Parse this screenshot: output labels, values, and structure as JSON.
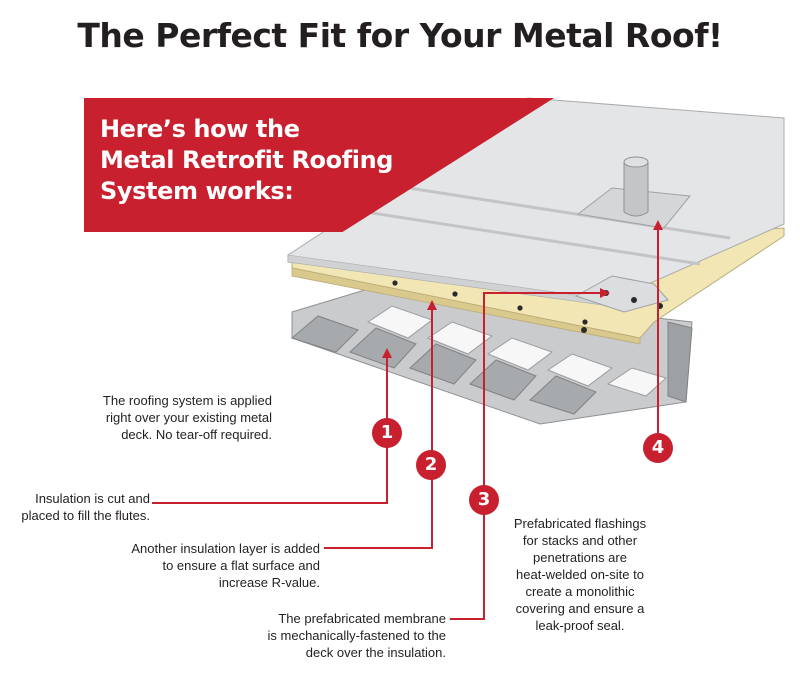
{
  "title": "The Perfect Fit for Your Metal Roof!",
  "banner": {
    "lines": [
      "Here’s how the",
      "Metal Retrofit Roofing",
      "System works:"
    ]
  },
  "intro": {
    "lines": [
      "The roofing system is applied",
      "right over your existing metal",
      "deck. No tear-off required."
    ]
  },
  "steps": [
    {
      "number": "1",
      "lines": [
        "Insulation is cut and",
        "placed to fill the flutes."
      ]
    },
    {
      "number": "2",
      "lines": [
        "Another insulation layer is added",
        "to ensure a flat surface and",
        "increase R-value."
      ]
    },
    {
      "number": "3",
      "lines": [
        "The prefabricated membrane",
        "is mechanically-fastened to the",
        "deck over the insulation."
      ]
    },
    {
      "number": "4",
      "lines": [
        "Prefabricated flashings",
        "for stacks and other",
        "penetrations are",
        "heat-welded on-site to",
        "create a monolithic",
        "covering and ensure a",
        "leak-proof seal."
      ]
    }
  ],
  "colors": {
    "accent": "#c8202f",
    "membrane": "#e4e5e6",
    "insulation": "#f2e6b4",
    "deck": "#bfc1c3",
    "text": "#231f20"
  }
}
